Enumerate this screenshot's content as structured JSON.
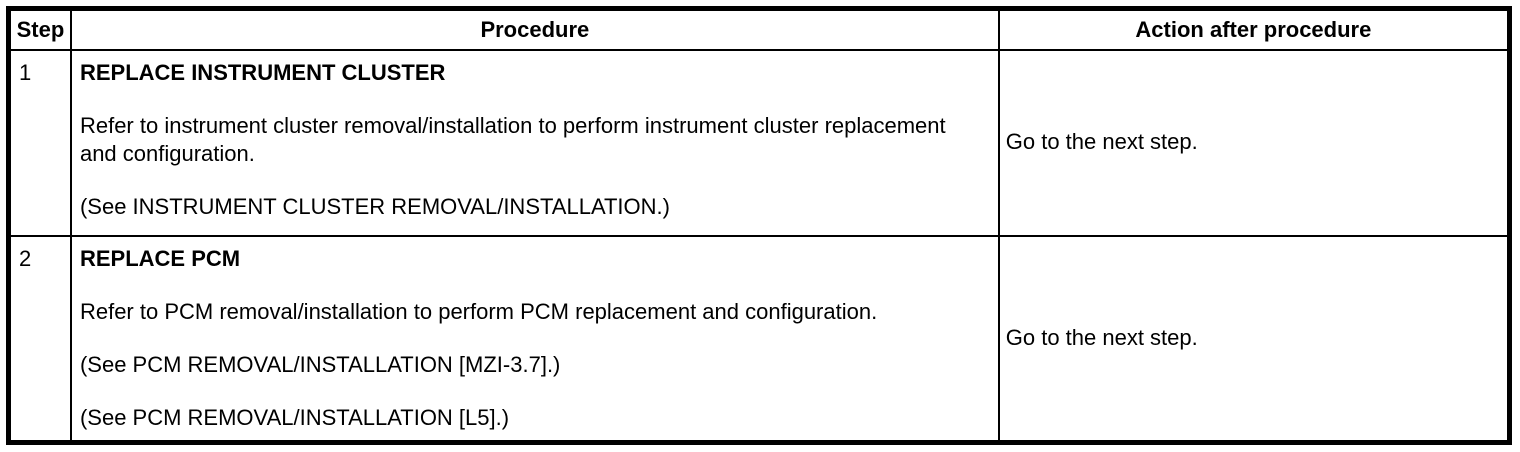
{
  "table": {
    "headers": {
      "step": "Step",
      "procedure": "Procedure",
      "action": "Action after procedure"
    },
    "rows": [
      {
        "step": "1",
        "procedure_title": "REPLACE INSTRUMENT CLUSTER",
        "procedure_paragraphs": [
          "Refer to instrument cluster removal/installation to perform instrument cluster replacement and configuration.",
          "(See INSTRUMENT CLUSTER REMOVAL/INSTALLATION.)"
        ],
        "action": "Go to the next step."
      },
      {
        "step": "2",
        "procedure_title": "REPLACE PCM",
        "procedure_paragraphs": [
          "Refer to PCM removal/installation to perform PCM replacement and configuration.",
          "(See PCM REMOVAL/INSTALLATION [MZI-3.7].)",
          "(See PCM REMOVAL/INSTALLATION [L5].)"
        ],
        "action": "Go to the next step."
      }
    ]
  },
  "colors": {
    "border": "#000000",
    "background": "#ffffff",
    "text": "#000000"
  }
}
